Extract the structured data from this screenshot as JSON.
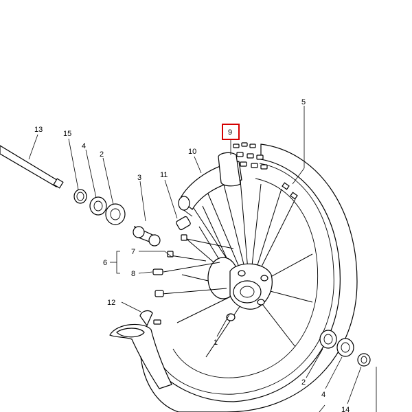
{
  "callouts": {
    "c1": "1",
    "c2a": "2",
    "c2b": "2",
    "c3": "3",
    "c4a": "4",
    "c4b": "4",
    "c5": "5",
    "c6": "6",
    "c7": "7",
    "c8": "8",
    "c9": "9",
    "c10": "10",
    "c11": "11",
    "c12": "12",
    "c13": "13",
    "c14": "14",
    "c15": "15"
  },
  "colors": {
    "line": "#000000",
    "highlight": "#d40000",
    "background": "#ffffff"
  }
}
